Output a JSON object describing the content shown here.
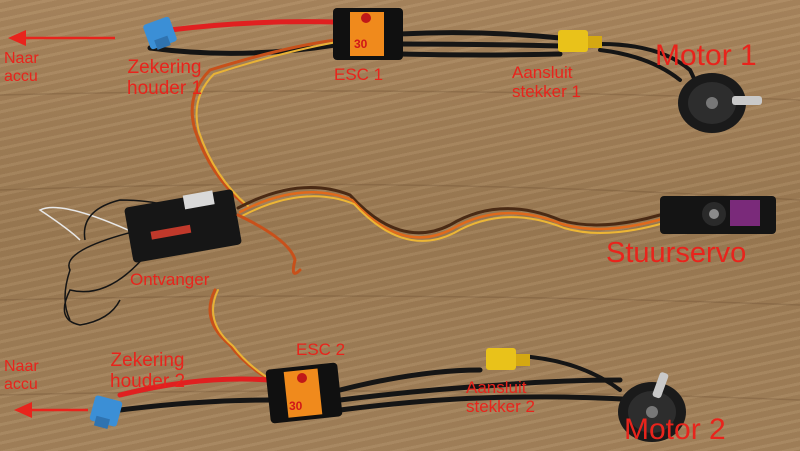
{
  "labels": {
    "naar_accu_1": [
      "Naar",
      "accu"
    ],
    "zekering_houder_1": [
      "Zekering",
      "houder 1"
    ],
    "esc_1": "ESC 1",
    "aansluit_stekker_1": [
      "Aansluit",
      "stekker 1"
    ],
    "motor_1": "Motor 1",
    "stuurservo": "Stuurservo",
    "ontvanger": "Ontvanger",
    "esc_2": "ESC 2",
    "naar_accu_2": [
      "Naar",
      "accu"
    ],
    "zekering_houder_2": [
      "Zekering",
      "houder 2"
    ],
    "aansluit_stekker_2": [
      "Aansluit",
      "stekker 2"
    ],
    "motor_2": "Motor 2"
  },
  "colors": {
    "label_red": "#e8241c",
    "arrow_red": "#e8241c",
    "table_wood": "#a3825b",
    "fuse_blue": "#3b8fd6",
    "esc_orange": "#f08a1c",
    "connector_yellow": "#e9c21a",
    "servo_purple": "#7a2a7a"
  },
  "icons": {
    "left_arrow_1": "left-arrow-icon",
    "left_arrow_2": "left-arrow-icon"
  }
}
